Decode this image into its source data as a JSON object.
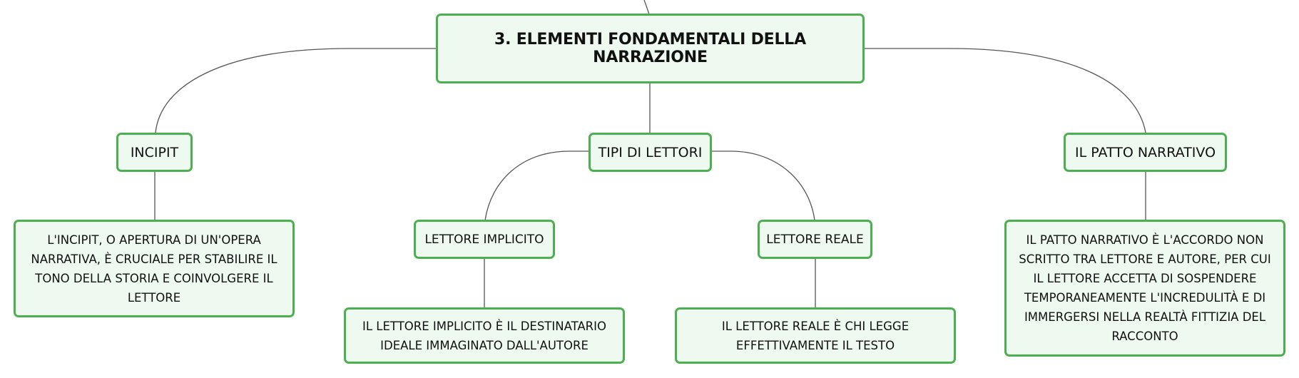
{
  "theme": {
    "node_fill": "#eef9f0",
    "node_border": "#4caf50",
    "edge_color": "#555555",
    "text_color": "#111111"
  },
  "mindmap": {
    "root": {
      "label": "3. ELEMENTI FONDAMENTALI DELLA NARRAZIONE"
    },
    "incipit": {
      "label": "INCIPIT",
      "description": "L'INCIPIT, O APERTURA DI UN'OPERA NARRATIVA, È CRUCIALE PER STABILIRE IL TONO DELLA STORIA E COINVOLGERE IL LETTORE"
    },
    "tipi_lettori": {
      "label": "TIPI DI LETTORI",
      "implicito": {
        "label": "LETTORE IMPLICITO",
        "description": "IL LETTORE IMPLICITO È IL DESTINATARIO IDEALE IMMAGINATO DALL'AUTORE"
      },
      "reale": {
        "label": "LETTORE REALE",
        "description": "IL LETTORE REALE È CHI LEGGE EFFETTIVAMENTE IL TESTO"
      }
    },
    "patto": {
      "label": "IL PATTO NARRATIVO",
      "description": "IL PATTO NARRATIVO È L'ACCORDO NON SCRITTO TRA LETTORE E AUTORE, PER CUI IL LETTORE ACCETTA DI SOSPENDERE TEMPORANEAMENTE L'INCREDULITÀ E DI IMMERGERSI NELLA REALTÀ FITTIZIA DEL RACCONTO"
    }
  }
}
